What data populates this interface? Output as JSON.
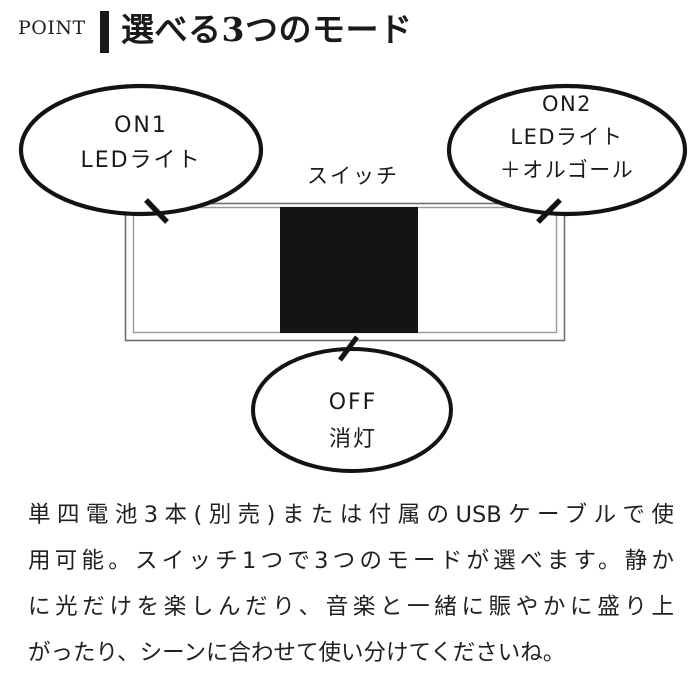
{
  "header": {
    "kicker": "POINT",
    "title": "選べる3つのモード"
  },
  "diagram": {
    "switch_label": "スイッチ",
    "bubbles": {
      "on1": {
        "line1": "ON1",
        "line2": "LEDライト"
      },
      "on2": {
        "line1": "ON2",
        "line2": "LEDライト",
        "line3": "＋オルゴール"
      },
      "off": {
        "line1": "OFF",
        "line2": "消灯"
      }
    },
    "colors": {
      "ink": "#1a1a1a",
      "switch_block": "#141414",
      "switch_outline": "#6f6f6f",
      "background": "#ffffff"
    }
  },
  "body": {
    "line1": "単四電池3本(別売)または付属のUSBケーブルで使",
    "line2": "用可能。スイッチ1つで3つのモードが選べます。静か",
    "line3": "に光だけを楽しんだり、音楽と一緒に賑やかに盛り上",
    "line4": "がったり、シーンに合わせて使い分けてくださいね。"
  }
}
